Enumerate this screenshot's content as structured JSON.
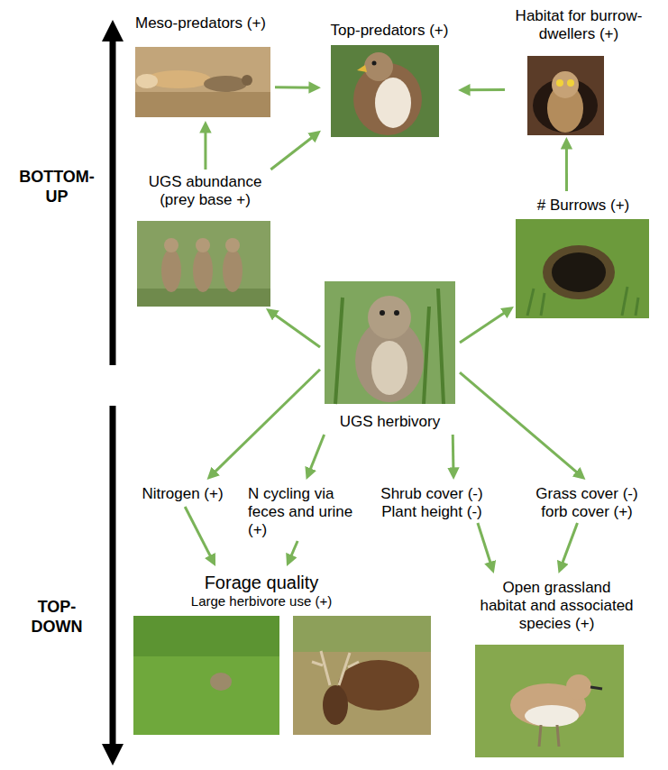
{
  "diagram": {
    "nodes": [
      {
        "text": [
          "Meso-predators (+)"
        ]
      },
      {
        "text": [
          "Top-predators (+)"
        ]
      },
      {
        "text": [
          "Habitat for burrow-dwellers (+)"
        ]
      },
      {
        "text": [
          "UGS abundance (prey base +)"
        ]
      },
      {
        "text": [
          "# Burrows (+)"
        ]
      },
      {
        "text": [
          "UGS herbivory"
        ]
      },
      {
        "text": [
          "Nitrogen (+)"
        ]
      },
      {
        "text": [
          "N cycling via feces and urine (+)"
        ]
      },
      {
        "text": [
          "Shrub cover (-)",
          "Plant height (-)"
        ]
      },
      {
        "text": [
          "Grass cover (-)",
          "forb cover (+)"
        ]
      },
      {
        "text": [
          "Forage quality",
          "Large herbivore use (+)"
        ]
      },
      {
        "text": [
          "Open grassland habitat and associated species (+)"
        ]
      }
    ],
    "edges": [
      {
        "from": 0,
        "to": 1,
        "arrow": "to"
      },
      {
        "from": 3,
        "to": 0,
        "arrow": "to"
      },
      {
        "from": 3,
        "to": 1,
        "arrow": "to"
      },
      {
        "from": 2,
        "to": 1,
        "arrow": "to"
      },
      {
        "from": 4,
        "to": 2,
        "arrow": "to"
      },
      {
        "from": 5,
        "to": 3,
        "arrow": "to"
      },
      {
        "from": 5,
        "to": 4,
        "arrow": "to"
      },
      {
        "from": 5,
        "to": 6,
        "arrow": "to"
      },
      {
        "from": 5,
        "to": 7,
        "arrow": "to"
      },
      {
        "from": 5,
        "to": 8,
        "arrow": "to"
      },
      {
        "from": 5,
        "to": 9,
        "arrow": "to"
      },
      {
        "from": 6,
        "to": 10,
        "arrow": "to"
      },
      {
        "from": 7,
        "to": 10,
        "arrow": "to"
      },
      {
        "from": 8,
        "to": 11,
        "arrow": "to"
      },
      {
        "from": 9,
        "to": 11,
        "arrow": "to"
      }
    ],
    "labels": [
      "BOTTOM-UP",
      "TOP-DOWN"
    ]
  }
}
